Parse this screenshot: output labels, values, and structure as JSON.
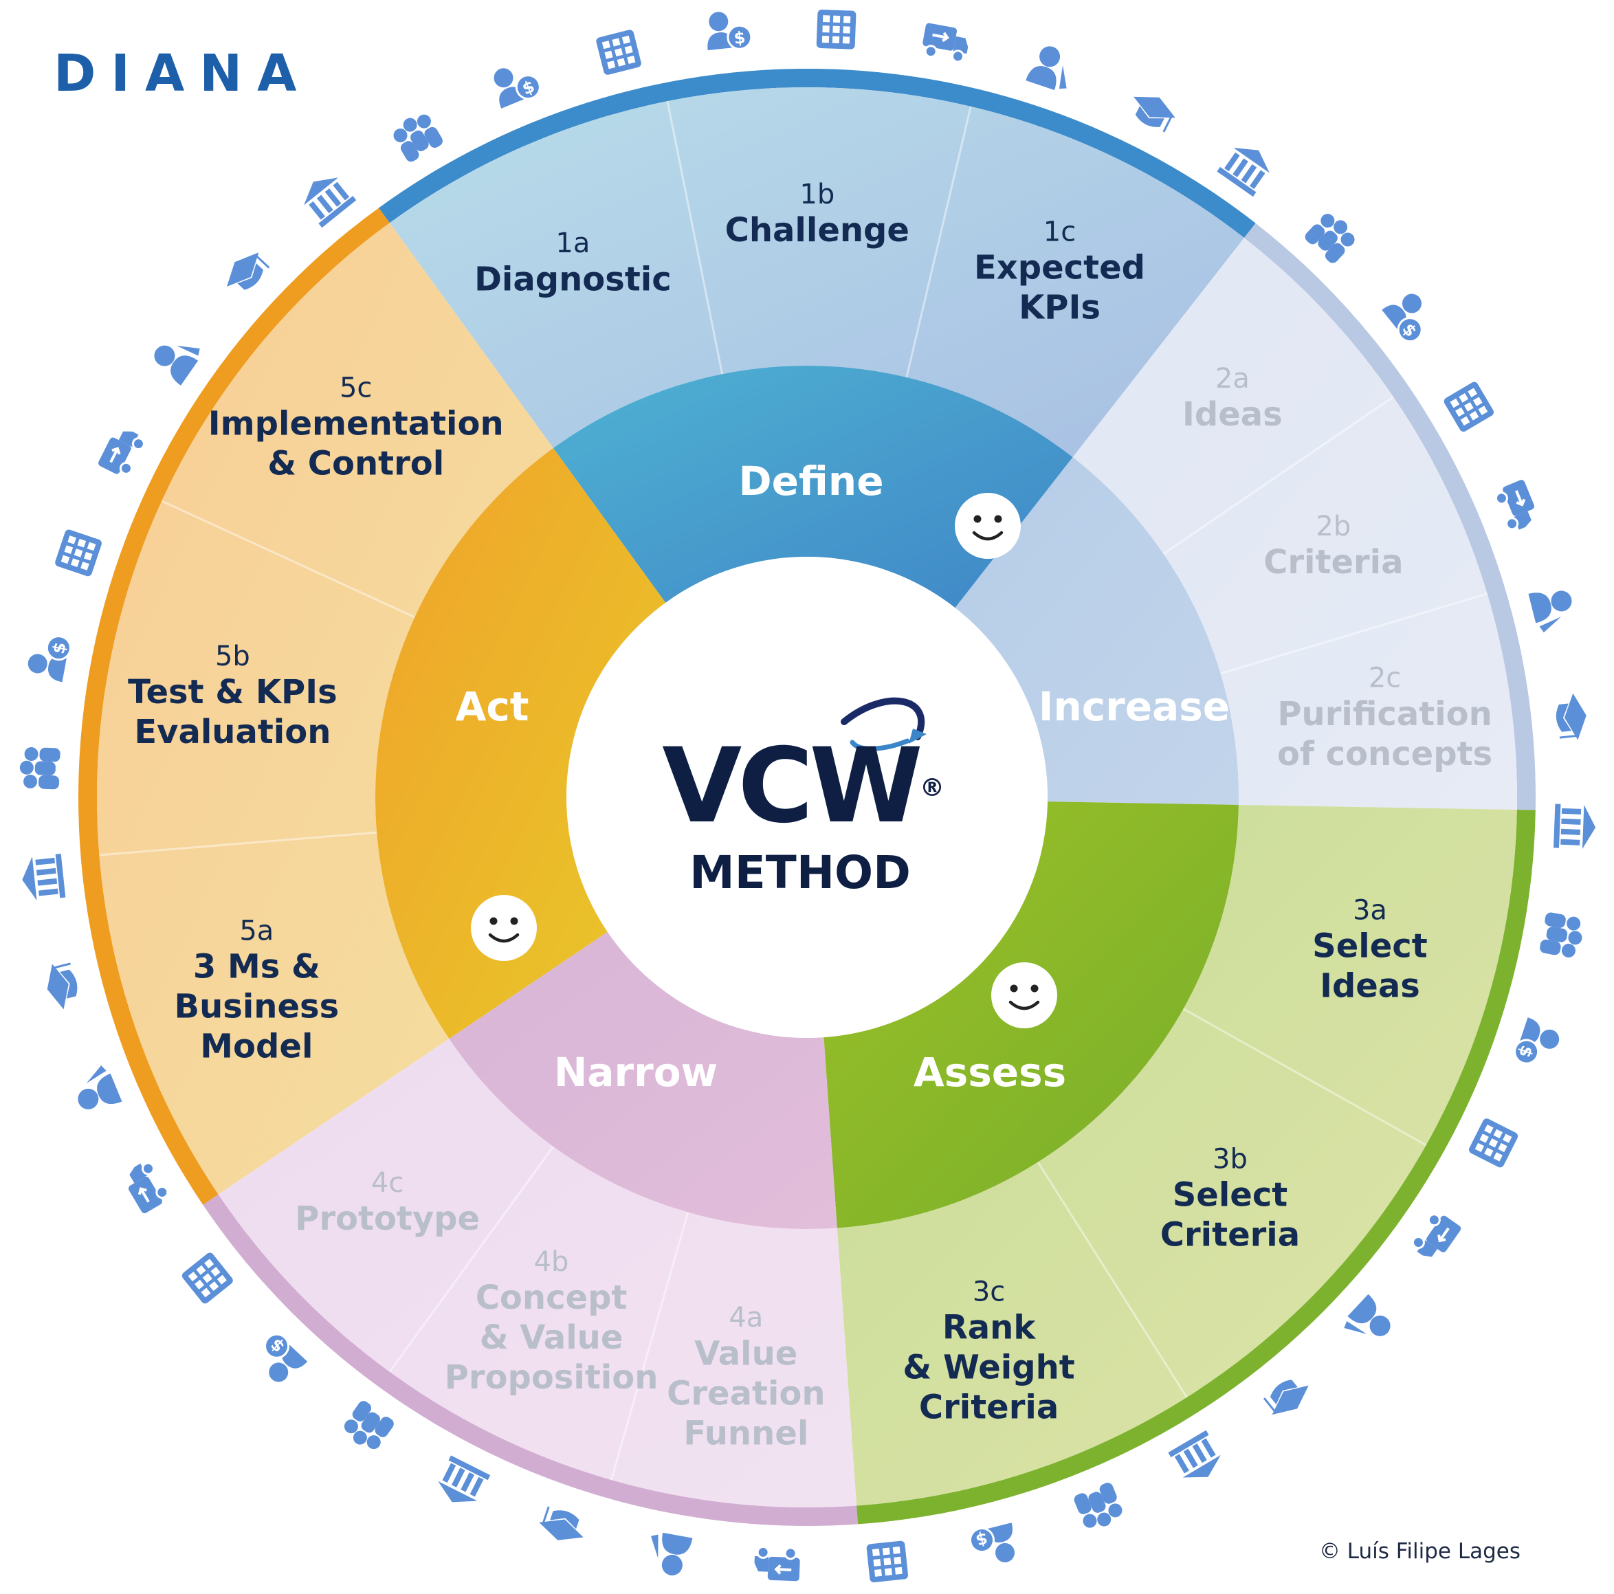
{
  "brand": "DIANA",
  "copyright": "© Luís Filipe Lages",
  "center": {
    "logo_text": "VCW",
    "registered_mark": "®",
    "subtitle": "METHOD"
  },
  "colors": {
    "define": "#3f8fcc",
    "increase": "#b8cde6",
    "assess": "#8cb82a",
    "narrow": "#d9b5d6",
    "act": "#eeb01e",
    "text_dark": "#132a52",
    "text_muted": "#b9becb",
    "icon_blue": "#5b8fd8"
  },
  "phases": [
    {
      "id": "define",
      "label": "Define",
      "active": true,
      "steps": [
        {
          "id": "1a",
          "lines": [
            "Diagnostic"
          ]
        },
        {
          "id": "1b",
          "lines": [
            "Challenge"
          ]
        },
        {
          "id": "1c",
          "lines": [
            "Expected",
            "KPIs"
          ]
        }
      ]
    },
    {
      "id": "increase",
      "label": "Increase",
      "active": false,
      "steps": [
        {
          "id": "2a",
          "lines": [
            "Ideas"
          ]
        },
        {
          "id": "2b",
          "lines": [
            "Criteria"
          ]
        },
        {
          "id": "2c",
          "lines": [
            "Purification",
            "of concepts"
          ]
        }
      ]
    },
    {
      "id": "assess",
      "label": "Assess",
      "active": true,
      "steps": [
        {
          "id": "3a",
          "lines": [
            "Select",
            "Ideas"
          ]
        },
        {
          "id": "3b",
          "lines": [
            "Select",
            "Criteria"
          ]
        },
        {
          "id": "3c",
          "lines": [
            "Rank",
            "& Weight",
            "Criteria"
          ]
        }
      ]
    },
    {
      "id": "narrow",
      "label": "Narrow",
      "active": false,
      "steps": [
        {
          "id": "4a",
          "lines": [
            "Value",
            "Creation",
            "Funnel"
          ]
        },
        {
          "id": "4b",
          "lines": [
            "Concept",
            "& Value",
            "Proposition"
          ]
        },
        {
          "id": "4c",
          "lines": [
            "Prototype"
          ]
        }
      ]
    },
    {
      "id": "act",
      "label": "Act",
      "active": true,
      "steps": [
        {
          "id": "5a",
          "lines": [
            "3 Ms &",
            "Business",
            "Model"
          ]
        },
        {
          "id": "5b",
          "lines": [
            "Test & KPIs",
            "Evaluation"
          ]
        },
        {
          "id": "5c",
          "lines": [
            "Implementation",
            "& Control"
          ]
        }
      ]
    }
  ],
  "icon_cycle": [
    "money-person-icon",
    "building-icon",
    "truck-icon",
    "scientist-icon",
    "graduation-cap-icon",
    "bank-icon",
    "people-group-icon"
  ]
}
